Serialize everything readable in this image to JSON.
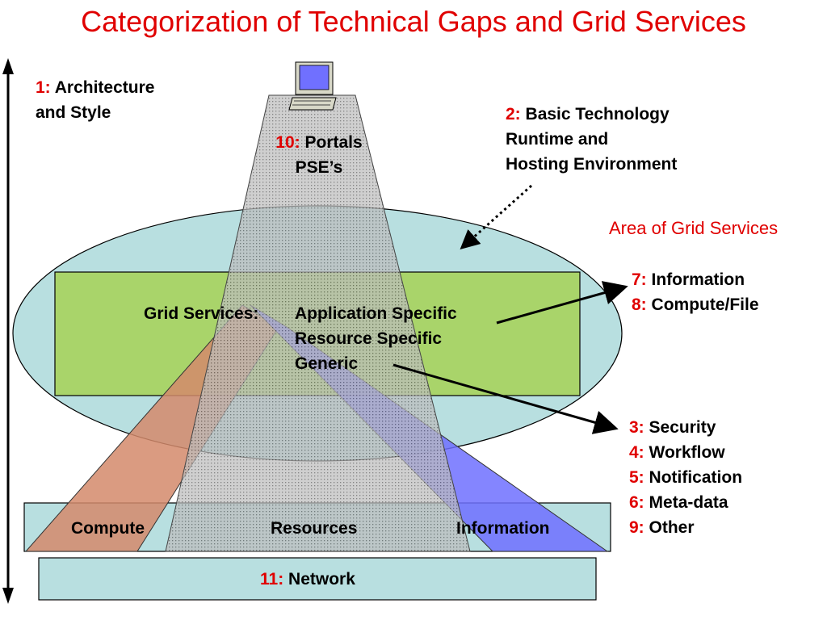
{
  "title": "Categorization of Technical Gaps and Grid Services",
  "architecture": {
    "num": "1:",
    "line1": "Architecture",
    "line2": "and Style"
  },
  "basic_tech": {
    "num": "2:",
    "line1": "Basic Technology",
    "line2": "Runtime and",
    "line3": "Hosting Environment"
  },
  "area_label": "Area of Grid Services",
  "portals": {
    "num": "10:",
    "line1": "Portals",
    "line2": "PSE’s"
  },
  "grid_services": {
    "label": "Grid Services:",
    "items": [
      "Application Specific",
      "Resource Specific",
      "Generic"
    ]
  },
  "info_compute": [
    {
      "num": "7:",
      "label": "Information"
    },
    {
      "num": "8:",
      "label": "Compute/File"
    }
  ],
  "gaps": [
    {
      "num": "3:",
      "label": "Security"
    },
    {
      "num": "4:",
      "label": "Workflow"
    },
    {
      "num": "5:",
      "label": "Notification"
    },
    {
      "num": "6:",
      "label": "Meta-data"
    },
    {
      "num": "9:",
      "label": "Other"
    }
  ],
  "resources": {
    "compute": "Compute",
    "resources": "Resources",
    "information": "Information"
  },
  "network": {
    "num": "11:",
    "label": "Network"
  },
  "colors": {
    "title_red": "#e00000",
    "ellipse_fill": "#b8dfe0",
    "grid_box_fill": "#a9d46a",
    "compute_beam": "#d4896b",
    "information_beam": "#6f70ff",
    "portal_beam": "#b9b9b9",
    "bar_fill": "#b8dfe0"
  }
}
